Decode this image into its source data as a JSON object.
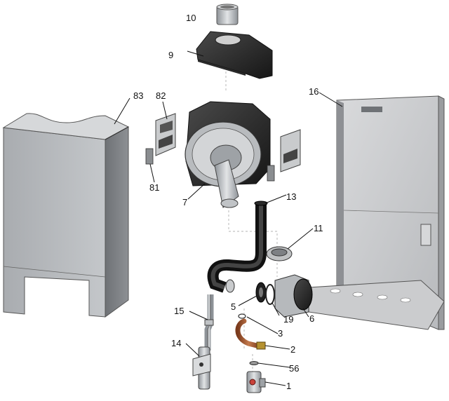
{
  "diagram": {
    "kind": "exploded-parts-view",
    "callouts": [
      {
        "id": "c10",
        "label": "10"
      },
      {
        "id": "c9",
        "label": "9"
      },
      {
        "id": "c83",
        "label": "83"
      },
      {
        "id": "c82",
        "label": "82"
      },
      {
        "id": "c16",
        "label": "16"
      },
      {
        "id": "c81",
        "label": "81"
      },
      {
        "id": "c7",
        "label": "7"
      },
      {
        "id": "c13",
        "label": "13"
      },
      {
        "id": "c11",
        "label": "11"
      },
      {
        "id": "c5",
        "label": "5"
      },
      {
        "id": "c19",
        "label": "19"
      },
      {
        "id": "c6",
        "label": "6"
      },
      {
        "id": "c15",
        "label": "15"
      },
      {
        "id": "c3",
        "label": "3"
      },
      {
        "id": "c14",
        "label": "14"
      },
      {
        "id": "c2",
        "label": "2"
      },
      {
        "id": "c56",
        "label": "56"
      },
      {
        "id": "c1",
        "label": "1"
      }
    ]
  }
}
